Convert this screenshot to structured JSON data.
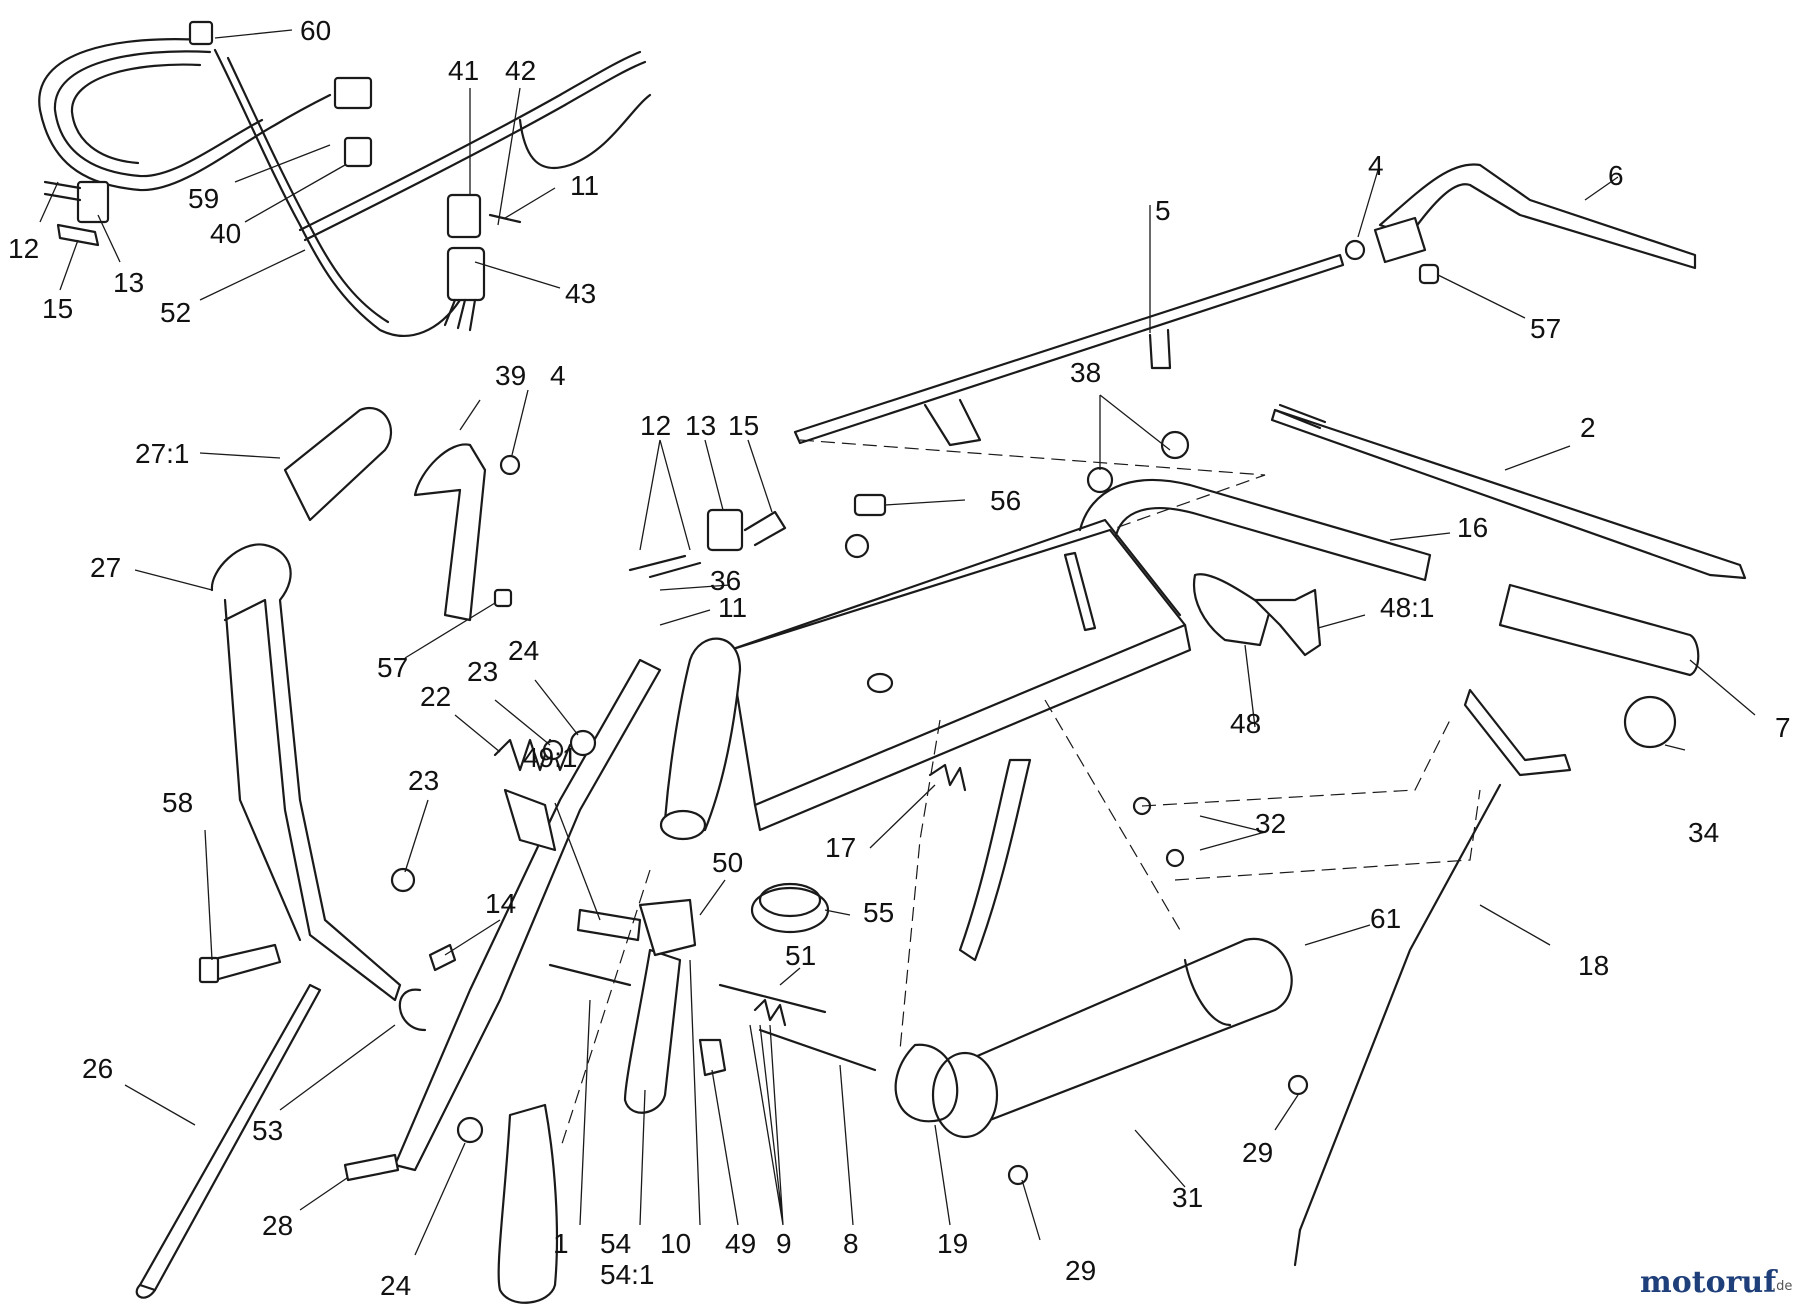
{
  "callouts": {
    "c60": "60",
    "c41": "41",
    "c42": "42",
    "c11a": "11",
    "c59": "59",
    "c40": "40",
    "c12a": "12",
    "c13a": "13",
    "c15a": "15",
    "c52": "52",
    "c43": "43",
    "c5": "5",
    "c4a": "4",
    "c6": "6",
    "c57a": "57",
    "c39": "39",
    "c4b": "4",
    "c12b": "12",
    "c13b": "13",
    "c15b": "15",
    "c38": "38",
    "c2": "2",
    "c27_1": "27:1",
    "c27": "27",
    "c56": "56",
    "c16": "16",
    "c36": "36",
    "c11b": "11",
    "c57b": "57",
    "c24a": "24",
    "c23a": "23",
    "c22": "22",
    "c48_1": "48:1",
    "c7": "7",
    "c48": "48",
    "c49_1": "49:1",
    "c23b": "23",
    "c58": "58",
    "c17": "17",
    "c32": "32",
    "c34": "34",
    "c50": "50",
    "c55": "55",
    "c14": "14",
    "c51": "51",
    "c61": "61",
    "c18": "18",
    "c26": "26",
    "c53": "53",
    "c29a": "29",
    "c31": "31",
    "c28": "28",
    "c1": "1",
    "c54": "54",
    "c54_1": "54:1",
    "c10": "10",
    "c49": "49",
    "c9": "9",
    "c8": "8",
    "c19": "19",
    "c29b": "29",
    "c24b": "24"
  },
  "watermark": {
    "brand": "motoruf",
    "suffix": ".de"
  }
}
